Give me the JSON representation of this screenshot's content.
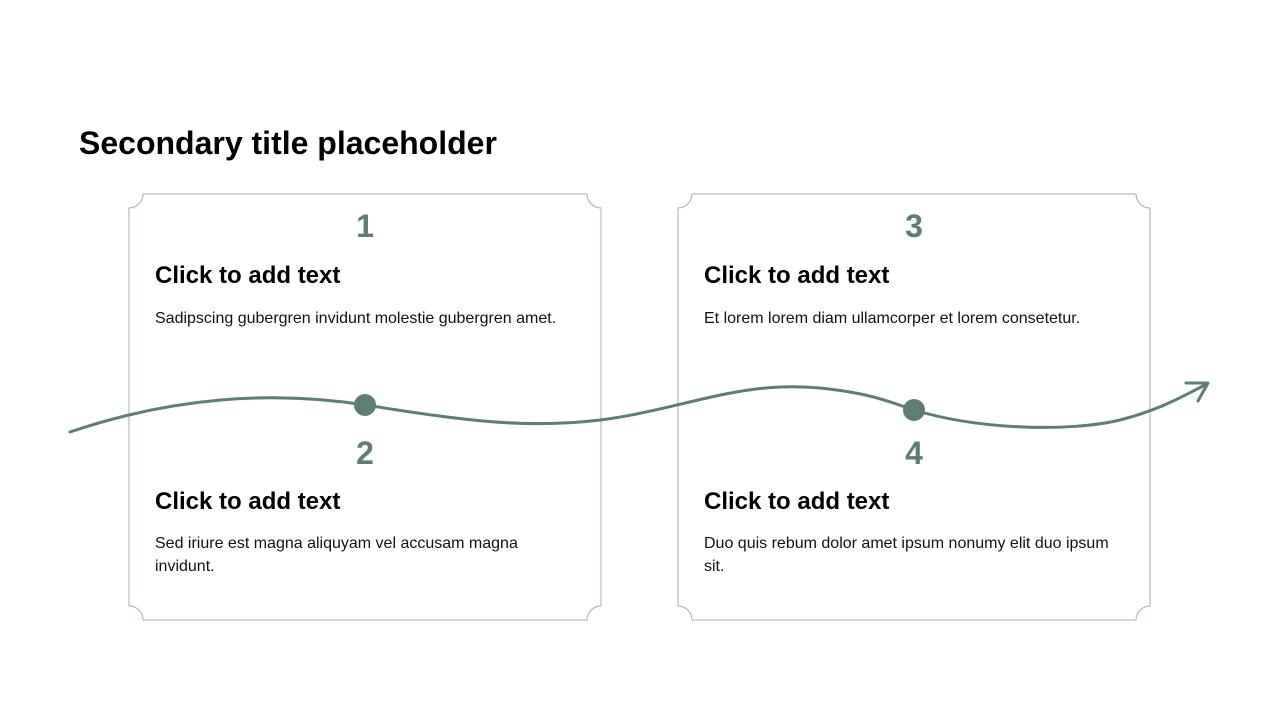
{
  "title": "Secondary title placeholder",
  "accent_color": "#5e7f6f",
  "frame_color": "#9fb3a9",
  "items": [
    {
      "number": "1",
      "heading": "Click to add text",
      "body": "Sadipscing gubergren invidunt molestie gubergren amet."
    },
    {
      "number": "2",
      "heading": "Click to add text",
      "body": "Sed iriure est magna aliquyam vel accusam magna invidunt."
    },
    {
      "number": "3",
      "heading": "Click to add text",
      "body": "Et lorem lorem diam ullamcorper et lorem consetetur."
    },
    {
      "number": "4",
      "heading": "Click to add text",
      "body": "Duo quis rebum dolor amet ipsum nonumy elit duo ipsum sit."
    }
  ]
}
